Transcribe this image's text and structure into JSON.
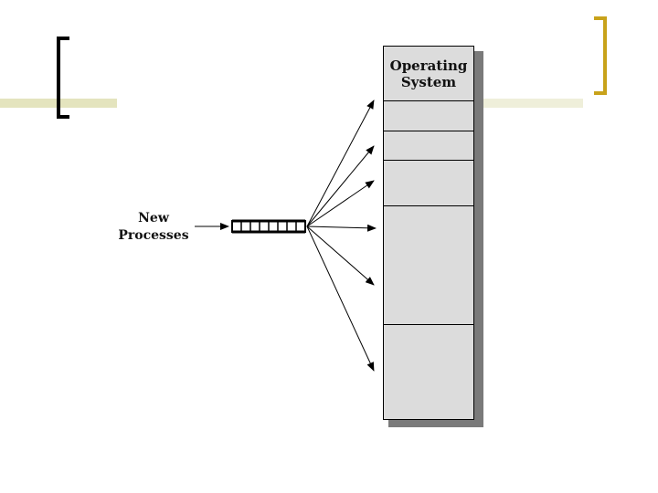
{
  "diagram": {
    "os_label_line1": "Operating",
    "os_label_line2": "System",
    "input_label_line1": "New",
    "input_label_line2": "Processes",
    "queue_cells": 8,
    "partition_count": 5
  },
  "colors": {
    "memory_fill": "#dcdcdc",
    "shadow": "#7a7a7a",
    "accent_gold": "#c8a21a",
    "accent_band": "#e4e4be"
  }
}
